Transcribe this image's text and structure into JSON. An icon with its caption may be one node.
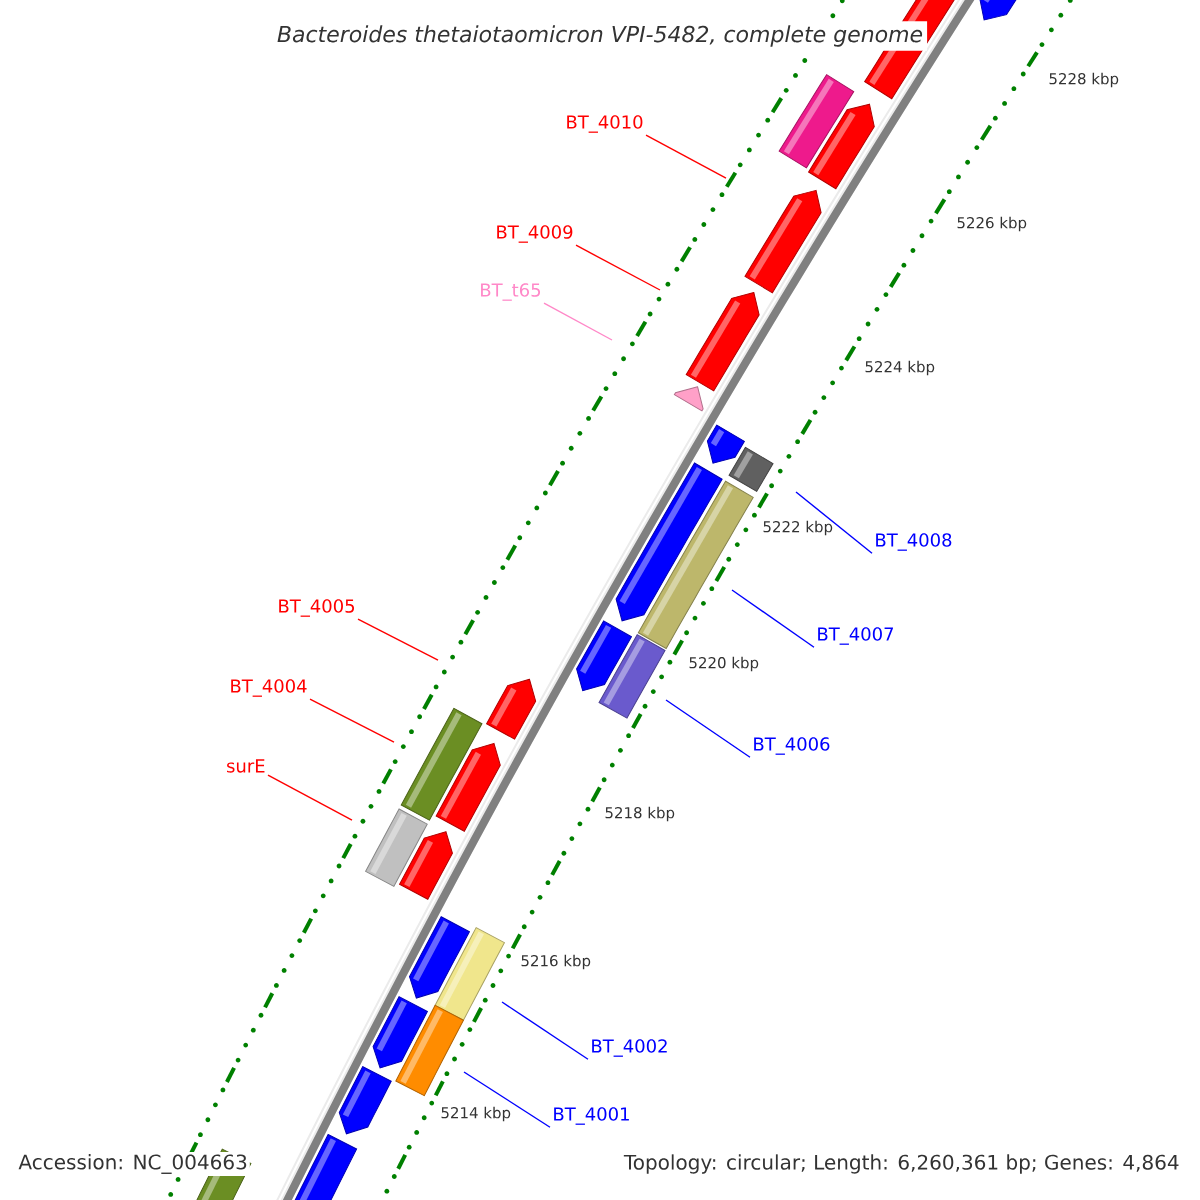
{
  "diagram": {
    "title": "Bacteroides thetaiotaomicron VPI-5482, complete genome",
    "nodes": [
      {
        "text": [
          "BT_4010"
        ]
      },
      {
        "text": [
          "BT_4009"
        ]
      },
      {
        "text": [
          "BT_t65"
        ]
      },
      {
        "text": [
          "BT_4008"
        ]
      },
      {
        "text": [
          "BT_4005"
        ]
      },
      {
        "text": [
          "BT_4007"
        ]
      },
      {
        "text": [
          "BT_4004"
        ]
      },
      {
        "text": [
          "BT_4006"
        ]
      },
      {
        "text": [
          "surE"
        ]
      },
      {
        "text": [
          "BT_4002"
        ]
      },
      {
        "text": [
          "BT_4001"
        ]
      }
    ],
    "edges": [
      {
        "from": 0,
        "to": null,
        "arrow": "none"
      },
      {
        "from": 1,
        "to": null,
        "arrow": "none"
      },
      {
        "from": 2,
        "to": null,
        "arrow": "none",
        "color": "#ff88c8"
      },
      {
        "from": 3,
        "to": null,
        "arrow": "none",
        "color": "#0000ff"
      },
      {
        "from": 4,
        "to": null,
        "arrow": "none"
      },
      {
        "from": 5,
        "to": null,
        "arrow": "none",
        "color": "#0000ff"
      },
      {
        "from": 6,
        "to": null,
        "arrow": "none"
      },
      {
        "from": 7,
        "to": null,
        "arrow": "none",
        "color": "#0000ff"
      },
      {
        "from": 8,
        "to": null,
        "arrow": "none"
      },
      {
        "from": 9,
        "to": null,
        "arrow": "none",
        "color": "#0000ff"
      },
      {
        "from": 10,
        "to": null,
        "arrow": "none",
        "color": "#0000ff"
      }
    ],
    "labels": [
      "5228 kbp",
      "5226 kbp",
      "5224 kbp",
      "5222 kbp",
      "5220 kbp",
      "5218 kbp",
      "5216 kbp",
      "5214 kbp",
      "Accession: NC_004663",
      "Topology: circular; Length: 6,260,361 bp; Genes: 4,864"
    ]
  }
}
